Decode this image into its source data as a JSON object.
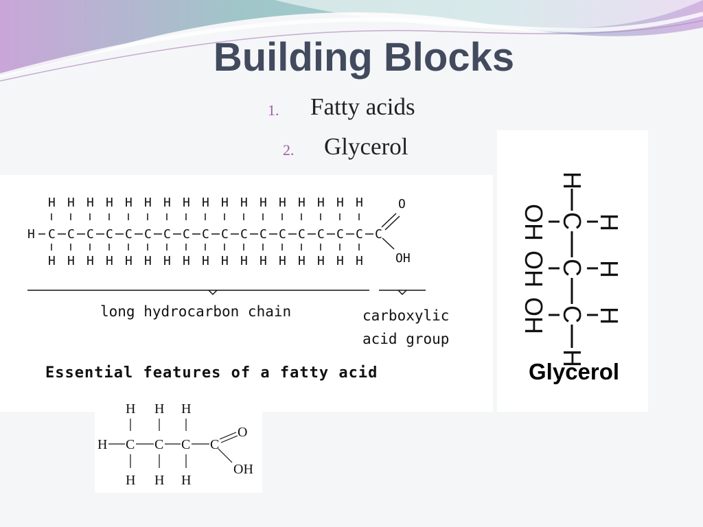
{
  "slide": {
    "title": "Building Blocks",
    "bullets": [
      {
        "number": "1.",
        "text": "Fatty acids"
      },
      {
        "number": "2.",
        "text": "Glycerol"
      }
    ]
  },
  "fatty_acid_diagram": {
    "terminal_h": "H",
    "atom_c": "C",
    "atom_h": "H",
    "carbonyl_o": "O",
    "hydroxyl": "OH",
    "chain_label": "long hydrocarbon chain",
    "group_label_line1": "carboxylic",
    "group_label_line2": "acid group",
    "caption": "Essential features of a fatty acid"
  },
  "glycerol_diagram": {
    "atom_h": "H",
    "atom_c": "C",
    "hydroxyl": "OH",
    "caption": "Glycerol"
  },
  "small_fatty_acid": {
    "atom_h": "H",
    "atom_c": "C",
    "carbonyl_o": "O",
    "hydroxyl": "OH"
  },
  "colors": {
    "title": "#424a5e",
    "bullet_number": "#a05aa8",
    "wave_teal": "#9fc6c8",
    "wave_purple": "#c9a6d8"
  }
}
